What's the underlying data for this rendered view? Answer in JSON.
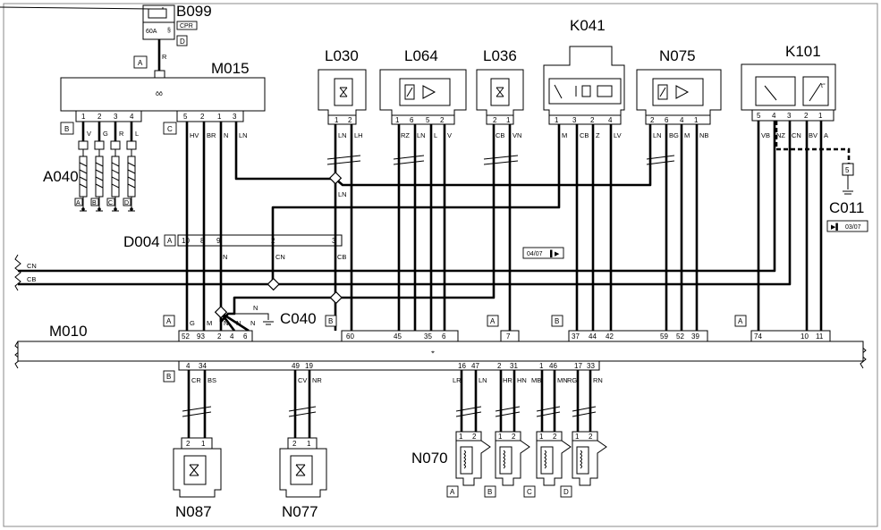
{
  "components": {
    "B099": {
      "label": "B099",
      "fuse": "60A",
      "tag": "CPR",
      "conn": "D"
    },
    "M015": {
      "label": "M015",
      "connA": "A",
      "wireA": "R",
      "connB": "B",
      "connC": "C",
      "pinsB": [
        "1",
        "2",
        "3",
        "4"
      ],
      "pinsC": [
        "5",
        "2",
        "1",
        "3"
      ],
      "wiresB": [
        "V",
        "G",
        "R",
        "L"
      ],
      "wiresC": [
        "HV",
        "BR",
        "N",
        "LN"
      ]
    },
    "A040": {
      "label": "A040",
      "subs": [
        "A",
        "B",
        "C",
        "D"
      ]
    },
    "L030": {
      "label": "L030",
      "pins": [
        "1",
        "2"
      ],
      "wires": [
        "LN",
        "LH"
      ]
    },
    "L064": {
      "label": "L064",
      "pins": [
        "1",
        "6",
        "5",
        "2"
      ],
      "wires": [
        "RZ",
        "LN",
        "L",
        "V"
      ]
    },
    "L036": {
      "label": "L036",
      "pins": [
        "2",
        "1"
      ],
      "wires": [
        "CB",
        "VN"
      ]
    },
    "K041": {
      "label": "K041",
      "pins": [
        "1",
        "3",
        "2",
        "4"
      ],
      "wires": [
        "M",
        "CB",
        "Z",
        "LV"
      ]
    },
    "N075": {
      "label": "N075",
      "pins": [
        "2",
        "6",
        "4",
        "1"
      ],
      "wires": [
        "LN",
        "BG",
        "M",
        "NB"
      ]
    },
    "K101": {
      "label": "K101",
      "pins": [
        "5",
        "4",
        "3",
        "2",
        "1"
      ],
      "wires": [
        "VB",
        "NZ",
        "CN",
        "BV",
        "A"
      ]
    },
    "C011": {
      "label": "C011",
      "pin": "5",
      "ref": "03/07"
    },
    "D004": {
      "label": "D004",
      "conn": "A",
      "pins": [
        "10",
        "8",
        "9",
        "2",
        "3"
      ],
      "wires": [
        "N",
        "CN",
        "CB"
      ]
    },
    "C040": {
      "label": "C040",
      "wire": "N"
    },
    "M010": {
      "label": "M010",
      "top_groups": [
        {
          "conn": "A",
          "pins": [
            "52",
            "93",
            "2",
            "4",
            "6"
          ],
          "wires": [
            "G",
            "M",
            "N",
            "N",
            "N"
          ]
        },
        {
          "conn": "B",
          "pins": [
            "60",
            "45",
            "35",
            "6"
          ]
        },
        {
          "conn": "A",
          "pins": [
            "7"
          ]
        },
        {
          "conn": "B",
          "pins": [
            "37",
            "44",
            "42",
            "59",
            "52",
            "39"
          ]
        },
        {
          "conn": "A",
          "pins": [
            "74",
            "10",
            "11"
          ]
        }
      ],
      "bottom_conn": "B",
      "bottom_pins": [
        "4",
        "34",
        "49",
        "19",
        "16",
        "47",
        "2",
        "31",
        "1",
        "46",
        "17",
        "33"
      ]
    },
    "N087": {
      "label": "N087",
      "pins": [
        "2",
        "1"
      ],
      "wires": [
        "CR",
        "BS"
      ]
    },
    "N077": {
      "label": "N077",
      "pins": [
        "2",
        "1"
      ],
      "wires": [
        "CV",
        "NR"
      ]
    },
    "N070": {
      "label": "N070",
      "subs": [
        "A",
        "B",
        "C",
        "D"
      ],
      "wires": [
        "LR",
        "LN",
        "HR",
        "HN",
        "MB",
        "MN",
        "RG",
        "RN"
      ],
      "pins": [
        "1",
        "2"
      ]
    }
  },
  "lines": {
    "CN": "CN",
    "CB": "CB"
  },
  "page_ref": "04/07"
}
